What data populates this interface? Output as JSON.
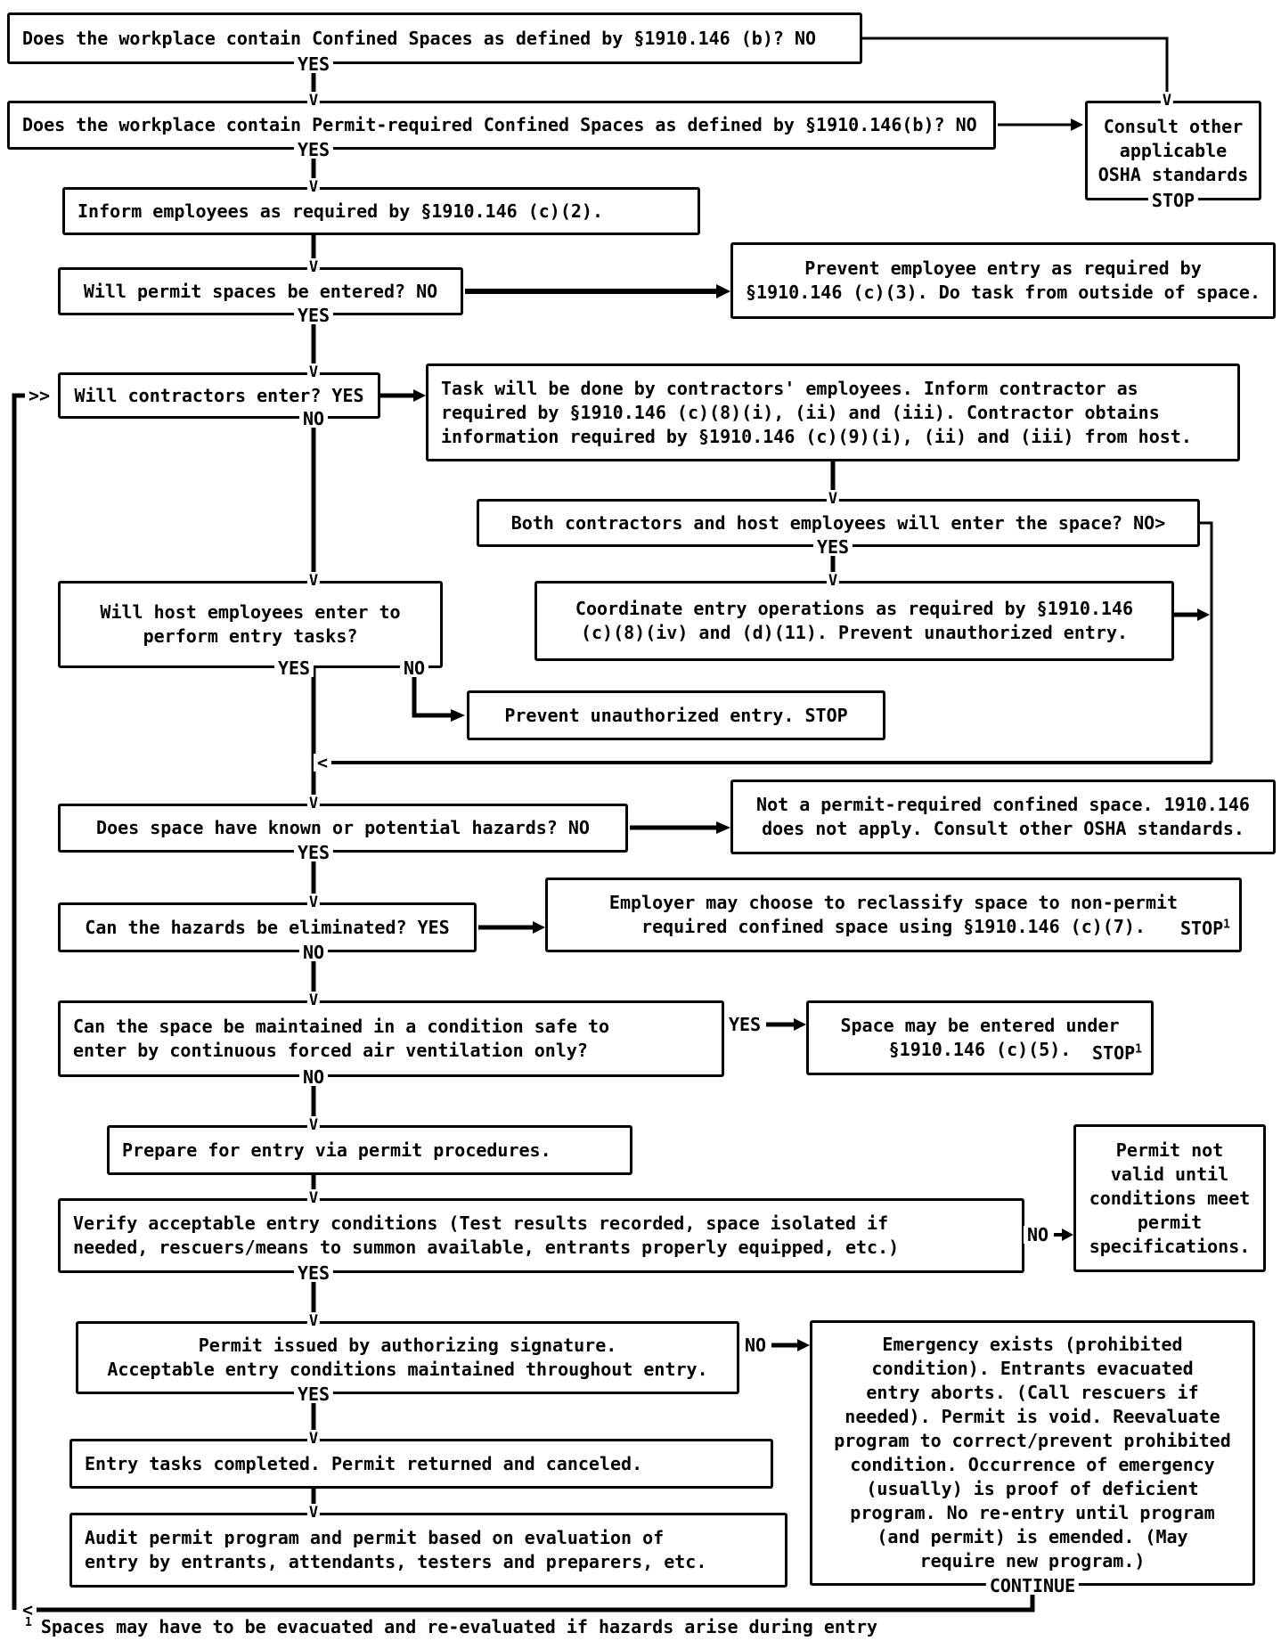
{
  "labels": {
    "yes": "YES",
    "no": "NO",
    "stop": "STOP",
    "continue": "CONTINUE",
    "v": "V",
    "loop_in": ">>",
    "loop_back": "<",
    "stop_sup": "1"
  },
  "nodes": {
    "q_confined": {
      "text": "Does the workplace contain Confined Spaces as defined by §1910.146 (b)? NO"
    },
    "q_permit_spaces": {
      "text": "Does the workplace contain Permit-required Confined Spaces as defined by §1910.146(b)? NO"
    },
    "consult": {
      "text": "Consult other\napplicable\nOSHA standards"
    },
    "inform": {
      "text": "Inform employees as required by §1910.146 (c)(2)."
    },
    "q_entered": {
      "text": "Will permit spaces be entered? NO"
    },
    "prevent_entry": {
      "text": "Prevent employee entry as required by\n§1910.146 (c)(3). Do task from outside of space."
    },
    "q_contractors": {
      "text": "Will contractors enter? YES"
    },
    "contractor_task": {
      "text": "Task will be done by contractors' employees. Inform contractor as\nrequired by §1910.146 (c)(8)(i), (ii) and (iii). Contractor obtains\ninformation required by §1910.146 (c)(9)(i), (ii) and (iii) from host."
    },
    "q_both_enter": {
      "text": "Both contractors and host employees will enter the space? NO>"
    },
    "coordinate": {
      "text": "Coordinate entry operations as required by §1910.146\n(c)(8)(iv) and (d)(11). Prevent unauthorized entry."
    },
    "q_host": {
      "text": "Will host employees enter to\nperform entry tasks?"
    },
    "prevent_unauthorized": {
      "text": "Prevent unauthorized entry. STOP"
    },
    "q_hazards": {
      "text": "Does space have known or potential hazards? NO"
    },
    "not_permit": {
      "text": "Not a permit-required confined space. 1910.146\ndoes not apply. Consult other OSHA standards."
    },
    "q_eliminate": {
      "text": "Can the hazards be eliminated? YES"
    },
    "reclassify": {
      "text": "Employer may choose to reclassify space to non-permit\nrequired confined space using §1910.146 (c)(7).",
      "stop": "STOP"
    },
    "q_ventilation": {
      "text": "Can the space be maintained in a condition safe to\nenter by continuous forced air ventilation only?"
    },
    "entered_under": {
      "text": "Space may be entered under\n§1910.146 (c)(5).",
      "stop": "STOP"
    },
    "prepare": {
      "text": "Prepare for entry via permit procedures."
    },
    "verify": {
      "text": "Verify acceptable entry conditions (Test results recorded, space isolated if\nneeded, rescuers/means to summon available, entrants properly equipped, etc.)"
    },
    "permit_not_valid": {
      "text": "Permit not\nvalid until\nconditions meet\npermit\nspecifications."
    },
    "permit_issued": {
      "text": "Permit issued by authorizing signature.\nAcceptable entry conditions maintained throughout entry."
    },
    "emergency": {
      "text": "Emergency exists (prohibited\ncondition). Entrants evacuated\nentry aborts. (Call rescuers if\nneeded). Permit is void. Reevaluate\nprogram to correct/prevent prohibited\ncondition. Occurrence of emergency\n(usually) is proof of deficient\nprogram. No re-entry until program\n(and permit) is emended. (May\nrequire new program.)"
    },
    "entry_tasks": {
      "text": "Entry tasks completed. Permit returned and canceled."
    },
    "audit": {
      "text": "Audit permit program and permit based on evaluation of\nentry by entrants, attendants, testers and preparers, etc."
    }
  },
  "footnote": {
    "sup": "1",
    "text": "Spaces may have to be evacuated and re-evaluated if hazards arise during entry"
  }
}
